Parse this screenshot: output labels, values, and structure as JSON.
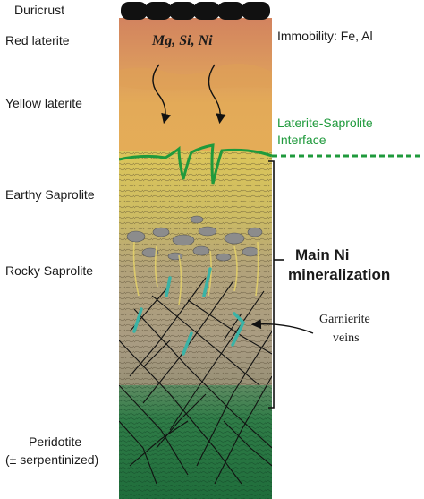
{
  "layers": {
    "duricrust": "Duricrust",
    "red_laterite": "Red laterite",
    "yellow_laterite": "Yellow laterite",
    "earthy_saprolite": "Earthy Saprolite",
    "rocky_saprolite": "Rocky Saprolite",
    "peridotite_line1": "Peridotite",
    "peridotite_line2": "(± serpentinized)"
  },
  "annotations": {
    "mobile_elements": "Mg, Si, Ni",
    "immobility": "Immobility: Fe, Al",
    "interface_line1": "Laterite-Saprolite",
    "interface_line2": "Interface",
    "main_ni_line1": "Main Ni",
    "main_ni_line2": "mineralization",
    "garnierite_line1": "Garnierite",
    "garnierite_line2": "veins"
  },
  "colors": {
    "duricrust": "#111111",
    "red_laterite": "#d4895f",
    "yellow_laterite": "#e4ab58",
    "earthy_saprolite": "#d8c25a",
    "rocky_saprolite": "#a89a80",
    "peridotite": "#2c7a45",
    "interface": "#1f9a3c",
    "garnierite": "#3ab3a6"
  }
}
